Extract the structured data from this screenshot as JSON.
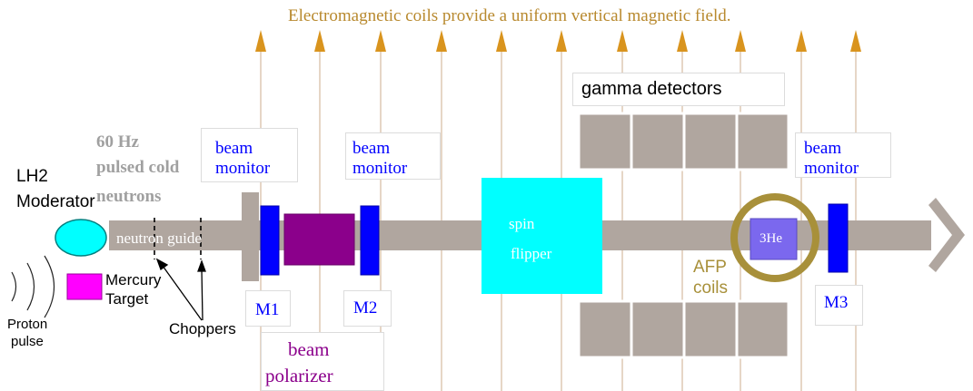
{
  "title": "Electromagnetic coils provide a uniform vertical magnetic field.",
  "labels": {
    "lh2_line1": "LH2",
    "lh2_line2": "Moderator",
    "cold_line1": "60 Hz",
    "cold_line2": "pulsed cold",
    "cold_line3": "neutrons",
    "neutron_guide": "neutron guide",
    "mercury_line1": "Mercury",
    "mercury_line2": "Target",
    "proton_line1": "Proton",
    "proton_line2": "pulse",
    "choppers": "Choppers",
    "beam_monitor_line1": "beam",
    "beam_monitor_line2": "monitor",
    "m1": "M1",
    "m2": "M2",
    "m3": "M3",
    "beam_polarizer_line1": "beam",
    "beam_polarizer_line2": "polarizer",
    "spin_flipper_line1": "spin",
    "spin_flipper_line2": "flipper",
    "gamma_detectors": "gamma detectors",
    "he3": "3He",
    "afp_line1": "AFP",
    "afp_line2": "coils"
  },
  "colors": {
    "beam": "#b0a69f",
    "title": "#b8892e",
    "coil_arrow": "#d9941e",
    "coil_line": "#d8c0a8",
    "moderator": "#00ffff",
    "mercury": "#ff00ff",
    "monitor": "#0000ff",
    "polarizer": "#8b008b",
    "spin_flipper": "#00ffff",
    "he3_cell": "#7b68ee",
    "afp_ring": "#a8903a",
    "detector": "#b0a69f",
    "cold_text": "#a0a0a0"
  }
}
